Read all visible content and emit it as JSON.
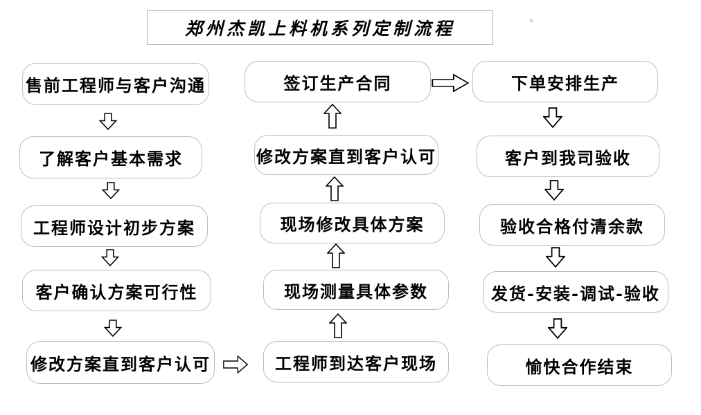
{
  "title": {
    "text": "郑州杰凯上料机系列定制流程"
  },
  "flow": {
    "left": {
      "flow_direction": "top-to-bottom",
      "steps": [
        "售前工程师与客户沟通",
        "了解客户基本需求",
        "工程师设计初步方案",
        "客户确认方案可行性",
        "修改方案直到客户认可"
      ]
    },
    "middle": {
      "flow_direction": "bottom-to-top",
      "steps": [
        "签订生产合同",
        "修改方案直到客户认可",
        "现场修改具体方案",
        "现场测量具体参数",
        "工程师到达客户现场"
      ]
    },
    "right": {
      "flow_direction": "top-to-bottom",
      "steps": [
        "下单安排生产",
        "客户到我司验收",
        "验收合格付清余款",
        "发货-安装-调试-验收",
        "愉快合作结束"
      ]
    }
  },
  "edges": [
    {
      "from": "售前工程师与客户沟通",
      "to": "了解客户基本需求",
      "direction": "down"
    },
    {
      "from": "了解客户基本需求",
      "to": "工程师设计初步方案",
      "direction": "down"
    },
    {
      "from": "工程师设计初步方案",
      "to": "客户确认方案可行性",
      "direction": "down"
    },
    {
      "from": "客户确认方案可行性",
      "to": "修改方案直到客户认可",
      "direction": "down"
    },
    {
      "from": "修改方案直到客户认可",
      "to": "工程师到达客户现场",
      "direction": "right"
    },
    {
      "from": "工程师到达客户现场",
      "to": "现场测量具体参数",
      "direction": "up"
    },
    {
      "from": "现场测量具体参数",
      "to": "现场修改具体方案",
      "direction": "up"
    },
    {
      "from": "现场修改具体方案",
      "to": "修改方案直到客户认可",
      "direction": "up"
    },
    {
      "from": "修改方案直到客户认可",
      "to": "签订生产合同",
      "direction": "up"
    },
    {
      "from": "签订生产合同",
      "to": "下单安排生产",
      "direction": "right"
    },
    {
      "from": "下单安排生产",
      "to": "客户到我司验收",
      "direction": "down"
    },
    {
      "from": "客户到我司验收",
      "to": "验收合格付清余款",
      "direction": "down"
    },
    {
      "from": "验收合格付清余款",
      "to": "发货-安装-调试-验收",
      "direction": "down"
    },
    {
      "from": "发货-安装-调试-验收",
      "to": "愉快合作结束",
      "direction": "down"
    }
  ],
  "colors": {
    "background": "#ffffff",
    "box_border": "#bdbdbd",
    "arrow_outline": "#000000",
    "text": "#000000"
  }
}
